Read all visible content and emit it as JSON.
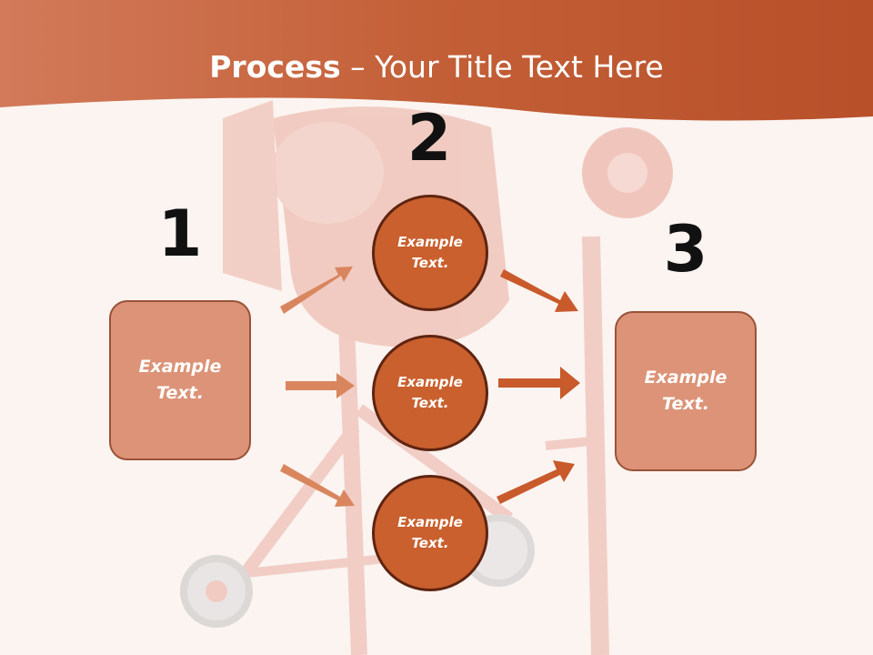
{
  "slide": {
    "title_bold": "Process",
    "title_rest": " – Your Title Text Here",
    "steps": [
      {
        "number": "1",
        "label": "Example\nText."
      },
      {
        "number": "2",
        "label": ""
      },
      {
        "number": "3",
        "label": "Example\nText."
      }
    ],
    "nodes": [
      {
        "label": "Example\nText."
      },
      {
        "label": "Example\nText."
      },
      {
        "label": "Example\nText."
      }
    ]
  },
  "colors": {
    "header": "#c4582f",
    "box_fill": "#dc9377",
    "circle_fill": "#c9602e",
    "arrow_left": "#d9865f",
    "arrow_right": "#c95a2b"
  }
}
